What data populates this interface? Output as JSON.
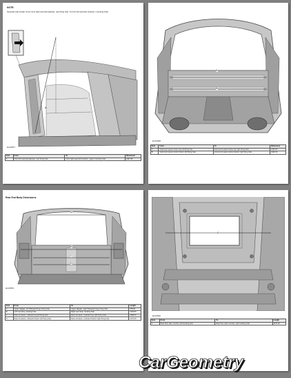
{
  "pages": [
    {
      "heading": "NOTE:",
      "subtitle": "Opposite side similar. (From front right seat belt adjuster, rear fixing hole. To front left seat belt retractor, mounting hole).",
      "figure_id": "E146557",
      "callouts": [
        "A"
      ],
      "table": {
        "headers": [
          "Item",
          "From",
          "To",
          "Dimension"
        ],
        "rows": [
          [
            "A",
            "Front left seat belt adjuster, rear fixing hole",
            "Front right seat belt retractor, upper mounting hole",
            "1497.28"
          ]
        ]
      }
    },
    {
      "figure_id": "E146558",
      "callouts": [
        "A",
        "B"
      ],
      "table": {
        "headers": [
          "Item",
          "From",
          "To",
          "Dimension"
        ],
        "rows": [
          [
            "A",
            "Instrument panel carrier top left fixing hole",
            "Instrument panel carrier top right fixing hole",
            "1340.00"
          ],
          [
            "B",
            "Instrument panel carrier bottom left fixing hole",
            "Instrument panel carrier bottom right fixing hole",
            "1340.00"
          ]
        ]
      }
    },
    {
      "heading": "Rear End Body Dimensions",
      "figure_id": "E146559",
      "callouts": [
        "A",
        "B",
        "C",
        "D"
      ],
      "table": {
        "headers": [
          "Item",
          "From",
          "To",
          "Length"
        ],
        "rows": [
          [
            "A",
            "Upper tailgate, left Wheeled hinge fixing hole",
            "Upper tailgate, right Wheeled hinge fixing hole",
            "978.00"
          ],
          [
            "B",
            "Left rear lamp, locating hole",
            "Right rear lamp, locating hole",
            "1440.00"
          ],
          [
            "C",
            "Rear armature, outboard top left fixing hole",
            "Rear armature, outboard top right fixing hole",
            "1268.00"
          ],
          [
            "D",
            "Rear armature, outboard bottom left fixing hole",
            "Rear armature, outboard bottom right fixing hole",
            "1270.00"
          ]
        ]
      }
    },
    {
      "figure_id": "E146560",
      "callouts": [
        "A"
      ],
      "table": {
        "headers": [
          "Item",
          "From",
          "To",
          "Length"
        ],
        "rows": [
          [
            "A",
            "Rear floor side member, left locating hole",
            "Rear floor side member, right locating hole",
            "1070.00"
          ]
        ]
      }
    }
  ],
  "brand": {
    "text": "CarGeometry",
    "color": "#ffffff",
    "shadow": "#1a1a1a"
  },
  "colors": {
    "background": "#808080",
    "page": "#ffffff",
    "metal_light": "#d2d2d2",
    "metal_mid": "#a9a9a9",
    "metal_dark": "#555555"
  }
}
